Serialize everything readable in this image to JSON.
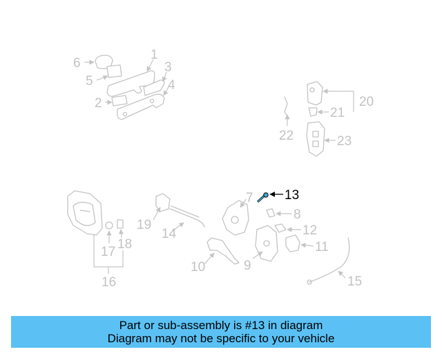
{
  "diagram": {
    "callouts": [
      "1",
      "2",
      "3",
      "4",
      "5",
      "6",
      "7",
      "8",
      "9",
      "10",
      "11",
      "12",
      "13",
      "14",
      "15",
      "16",
      "17",
      "18",
      "19",
      "20",
      "21",
      "22",
      "23"
    ],
    "highlighted_part": "13",
    "colors": {
      "highlight": "#000000",
      "part_line": "#c4c4c4",
      "callout_text": "#c2c2c2",
      "banner": "#5bc1f4",
      "fastener": "#3fa7d9"
    }
  },
  "banner": {
    "line1": "Part or sub-assembly is #13 in diagram",
    "line2": "Diagram may not be specific to your vehicle"
  }
}
